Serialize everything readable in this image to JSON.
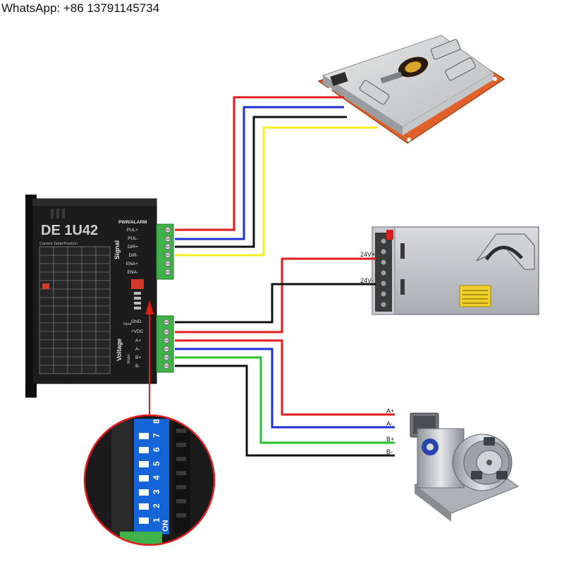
{
  "header": {
    "whatsapp": "WhatsApp: +86 13791145734"
  },
  "driver": {
    "model": "DE 1U42",
    "section_signal": "Signal",
    "section_voltage": "Voltage",
    "pwr_alarm": "PWR/ALARM",
    "signal_pins": [
      "PUL+",
      "PUL-",
      "DIR+",
      "DIR-",
      "ENA+",
      "ENA-"
    ],
    "power_pins": [
      "GND",
      "+VDC",
      "A+",
      "A-",
      "B+",
      "B-"
    ],
    "input_label": "Input",
    "motor_label": "Motor",
    "table_title": "Current Table/Position"
  },
  "psu": {
    "terminal_plus": "24V+",
    "terminal_minus": "24V-"
  },
  "motor_labels": [
    "A+",
    "A-",
    "B+",
    "B-"
  ],
  "dip": {
    "numbers": [
      "1",
      "2",
      "3",
      "4",
      "5",
      "6",
      "7",
      "8"
    ],
    "on_label": "ON"
  },
  "colors": {
    "red": "#e21b1b",
    "blue": "#1f2fd0",
    "black": "#111111",
    "yellow": "#f4ee22",
    "green": "#22c42a",
    "terminal": "#3fb24a",
    "driver_body": "#1c1c1c",
    "controller": "#e0622a",
    "dip": "#1565d8"
  }
}
